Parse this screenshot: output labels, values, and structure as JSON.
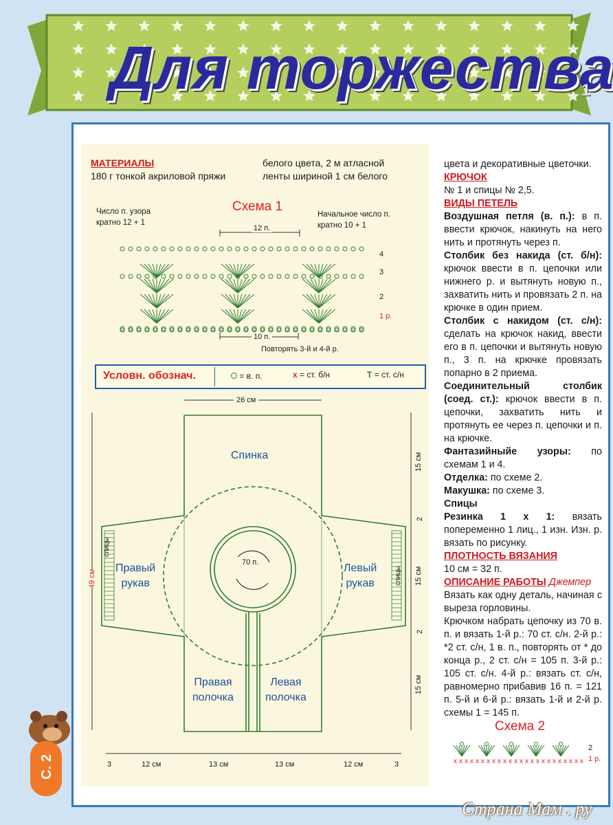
{
  "header": {
    "title": "Для торжества",
    "page_number": "1"
  },
  "materials": {
    "heading": "МАТЕРИАЛЫ",
    "col1": "180 г тонкой акриловой пряжи",
    "col2_l1": "белого цвета, 2 м атласной",
    "col2_l2": "ленты шириной 1 см белого",
    "col3_l1": "цвета и декоративные цветочки."
  },
  "scheme1": {
    "title": "Схема 1",
    "left_note_l1": "Число п. узора",
    "left_note_l2": "кратно 12 + 1",
    "right_note_l1": "Начальное число п.",
    "right_note_l2": "кратно 10 + 1",
    "top_measure": "12 п.",
    "bottom_measure": "10 п.",
    "repeat_note": "Повторять 3-й и 4-й р.",
    "row_labels": [
      "4",
      "3",
      "2",
      "1 р."
    ]
  },
  "legend": {
    "label": "Условн. обознач.",
    "items": [
      {
        "symbol": "o",
        "text": "= в. п."
      },
      {
        "symbol": "x",
        "text": "= ст. б/н"
      },
      {
        "symbol": "T",
        "text": "= ст. с/н"
      }
    ]
  },
  "pattern": {
    "width_top": "26 см",
    "back": "Спинка",
    "right_sleeve_l1": "Правый",
    "right_sleeve_l2": "рукав",
    "left_sleeve_l1": "Левый",
    "left_sleeve_l2": "рукав",
    "right_front_l1": "Правая",
    "right_front_l2": "полочка",
    "left_front_l1": "Левая",
    "left_front_l2": "полочка",
    "neck": "70 п.",
    "spokes": "спицы",
    "height": "49 см",
    "right_dims": [
      "15 см",
      "2",
      "15 см",
      "2",
      "15 см"
    ],
    "bottom_dims": [
      "3",
      "12 см",
      "13 см",
      "13 см",
      "12 см",
      "3"
    ]
  },
  "crochet": {
    "heading": "КРЮЧОК",
    "text": "№ 1 и спицы № 2,5."
  },
  "stitches": {
    "heading": "ВИДЫ ПЕТЕЛЬ",
    "items": [
      {
        "name": "Воздушная петля (в. п.):",
        "text": " в п. ввести крючок, накинуть на него нить и протянуть через п."
      },
      {
        "name": "Столбик без накида (ст. б/н):",
        "text": " крючок ввести в п. цепочки или нижнего р. и вытянуть новую п., захватить нить и провязать 2 п. на крючке в один прием."
      },
      {
        "name": "Столбик с накидом (ст. с/н):",
        "text": " сделать на крючок накид, ввести его в п. цепочки и вытянуть новую п., 3 п. на крючке провязать попарно в 2 приема."
      },
      {
        "name": "Соединительный столбик (соед. ст.):",
        "text": " крючок ввести в п. цепочки, захватить нить и протянуть ее через п. цепочки и п. на крючке."
      },
      {
        "name": "Фантазийныйе узоры:",
        "text": " по схемам 1 и 4."
      },
      {
        "name": "Отделка:",
        "text": " по схеме 2."
      },
      {
        "name": "Макушка:",
        "text": " по схеме 3."
      }
    ]
  },
  "knitting": {
    "heading": "Спицы",
    "rib_name": "Резинка 1 х 1:",
    "rib_text": " вязать попеременно 1 лиц., 1 изн. Изн. р. вязать по рисунку."
  },
  "gauge": {
    "heading": "ПЛОТНОСТЬ ВЯЗАНИЯ",
    "text": "10 см = 32 п."
  },
  "work": {
    "heading": "ОПИСАНИЕ РАБОТЫ",
    "subheading": "Джемпер",
    "p1": "Вязать как одну деталь, начиная с выреза горловины.",
    "p2": "Крючком набрать цепочку из 70 в. п. и вязать 1-й р.: 70 ст. с/н. 2-й р.: *2 ст. с/н, 1 в. п., повторять от * до конца р., 2 ст. с/н = 105 п. 3-й р.: 105 ст. с/н. 4-й р.: вязать ст. с/н, равномерно прибавив 16 п. = 121 п. 5-й и 6-й р.: вязать 1-й и 2-й р. схемы 1 = 145 п."
  },
  "scheme2": {
    "title": "Схема 2",
    "row_labels": [
      "2",
      "1 р."
    ]
  },
  "sticker": "С. 2",
  "watermark": "Страна Мам . ру",
  "colors": {
    "title_blue": "#2a2a9e",
    "heading_red": "#cc1a1a",
    "frame_blue": "#3a78b8",
    "pattern_green": "#2e7d32",
    "banner_green": "#b5cf5e"
  }
}
